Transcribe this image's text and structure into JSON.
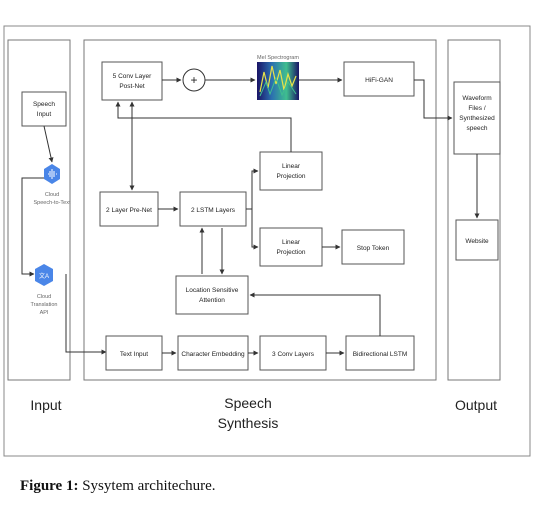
{
  "sections": {
    "input": "Input",
    "speech_line1": "Speech",
    "speech_line2": "Synthesis",
    "output": "Output"
  },
  "nodes": {
    "speech_input": [
      "Speech",
      "Input"
    ],
    "cloud_stt": [
      "Cloud",
      "Speech-to-Text"
    ],
    "cloud_translation": [
      "Cloud",
      "Translation",
      "API"
    ],
    "postnet": [
      "5 Conv Layer",
      "Post-Net"
    ],
    "plus": "+",
    "mel": "Mel Spectrogram",
    "hifigan": "HiFi-GAN",
    "waveform": [
      "Waveform",
      "Files /",
      "Synthesized",
      "speech"
    ],
    "linear_proj_1": [
      "Linear",
      "Projection"
    ],
    "prenet": "2 Layer Pre-Net",
    "lstm2": "2 LSTM Layers",
    "linear_proj_2": [
      "Linear",
      "Projection"
    ],
    "stop_token": "Stop Token",
    "website": "Website",
    "location_attention": [
      "Location Sensitive",
      "Attention"
    ],
    "text_input": "Text Input",
    "char_embedding": "Character Embedding",
    "conv3": "3 Conv Layers",
    "bilstm": "Bidirectional LSTM"
  },
  "caption": {
    "label": "Figure 1:",
    "text": " Sysytem architechure."
  },
  "colors": {
    "cloud_icon": "#4a86e8",
    "spectrogram": [
      "#1a1466",
      "#2b6fb0",
      "#3fbf8f",
      "#e8e24a"
    ]
  }
}
